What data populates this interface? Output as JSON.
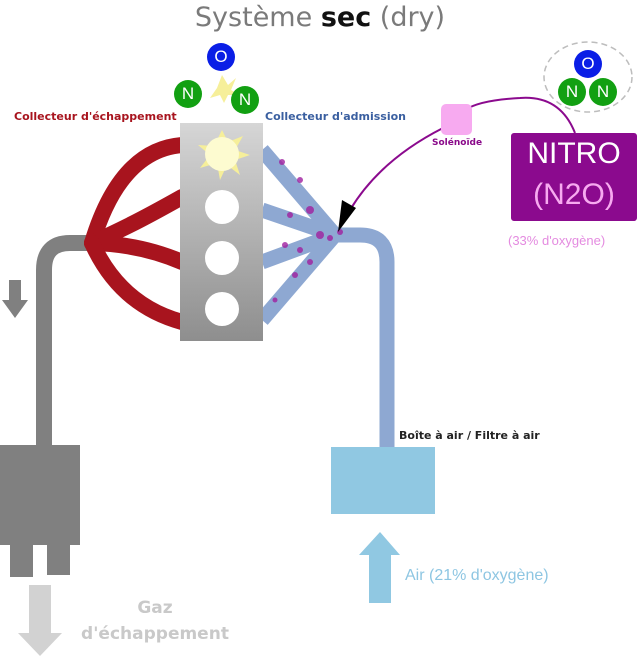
{
  "title": {
    "prefix": "Système ",
    "bold": "sec",
    "suffix": " (dry)"
  },
  "labels": {
    "exhaust_manifold": "Collecteur d'échappement",
    "intake_manifold": "Collecteur d'admission",
    "solenoid": "Solénoïde",
    "airbox": "Boîte à air / Filtre à air",
    "air": "Air (21% d'oxygène)",
    "exhaust_gas": "Gaz d'échappement"
  },
  "nitro": {
    "line1": "NITRO",
    "line2": "(N2O)",
    "oxygen": "(33% d'oxygène)"
  },
  "molecules": {
    "oxygen_symbol": "O",
    "nitrogen_symbol": "N"
  },
  "colors": {
    "exhaust": "#a8141e",
    "intake": "#8ea8d2",
    "nitro": "#8b0a8e",
    "solenoid": "#f7aaf0",
    "airbox": "#90c8e2",
    "exhaust_pipe": "#808080",
    "oxygen": "#0a1ee6",
    "nitrogen": "#12a012"
  }
}
